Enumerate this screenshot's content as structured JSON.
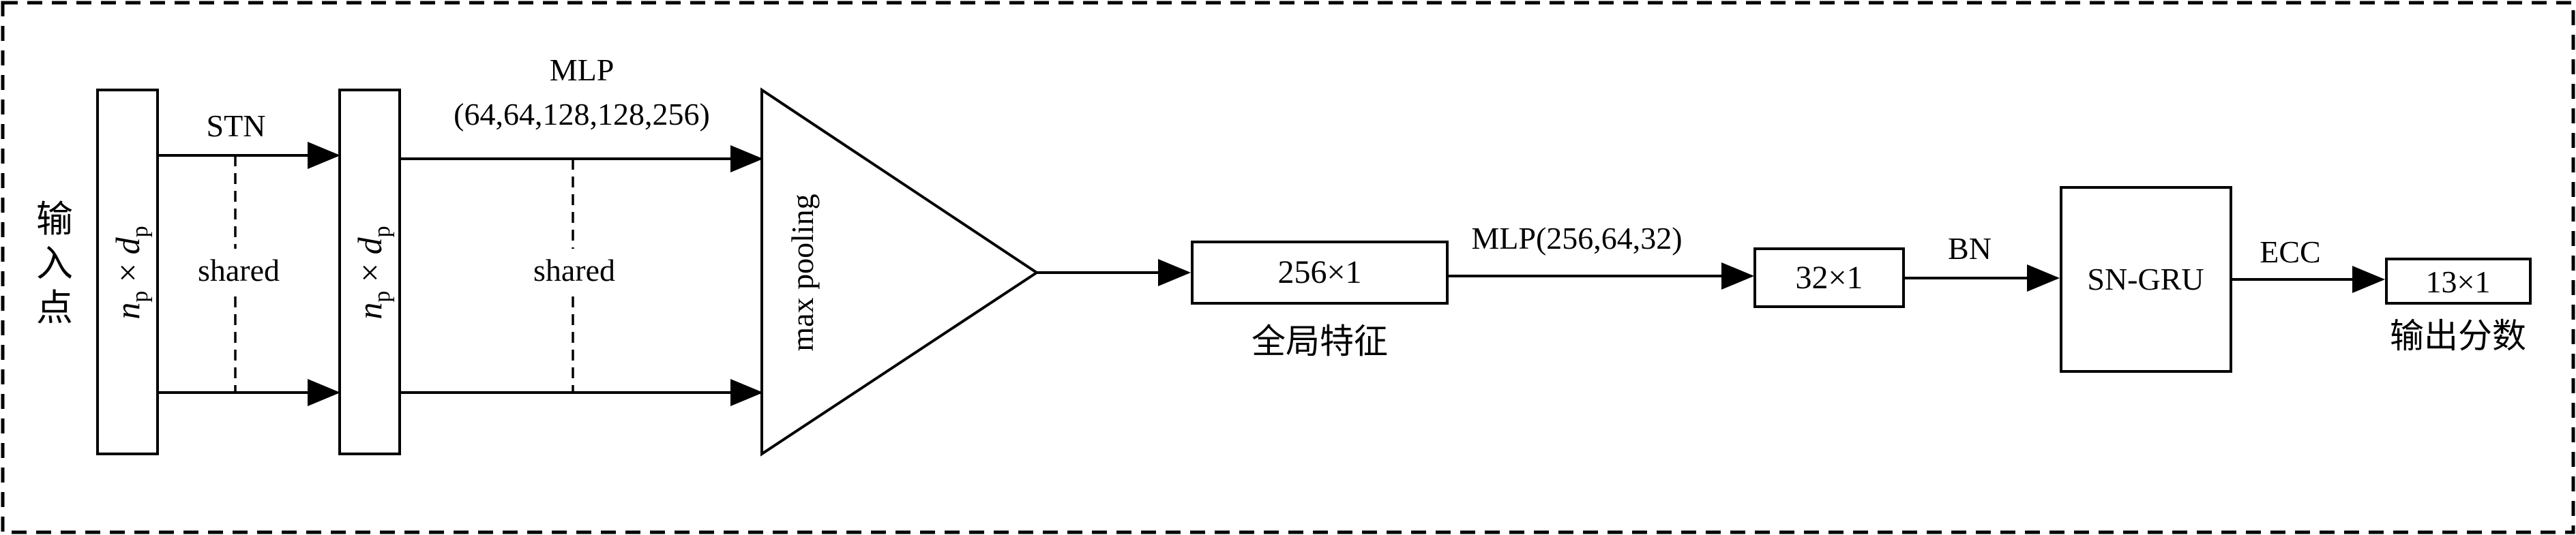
{
  "input": {
    "vertical_label": [
      "输",
      "入",
      "点"
    ],
    "box_label_1": {
      "n": "n",
      "n_sub": "p",
      "times": " × ",
      "d": "d",
      "d_sub": "p"
    },
    "box_label_2": {
      "n": "n",
      "n_sub": "p",
      "times": " × ",
      "d": "d",
      "d_sub": "p"
    }
  },
  "stn": {
    "label": "STN",
    "shared": "shared"
  },
  "mlp1": {
    "title": "MLP",
    "params": "(64,64,128,128,256)",
    "shared": "shared"
  },
  "pooling": {
    "label": "max pooling"
  },
  "global_feature": {
    "box": "256×1",
    "caption": "全局特征"
  },
  "mlp2": {
    "label": "MLP(256,64,32)"
  },
  "vec32": {
    "box": "32×1"
  },
  "bn": {
    "label": "BN"
  },
  "sngru": {
    "box": "SN-GRU"
  },
  "ecc": {
    "label": "ECC"
  },
  "output": {
    "box": "13×1",
    "caption": "输出分数"
  }
}
